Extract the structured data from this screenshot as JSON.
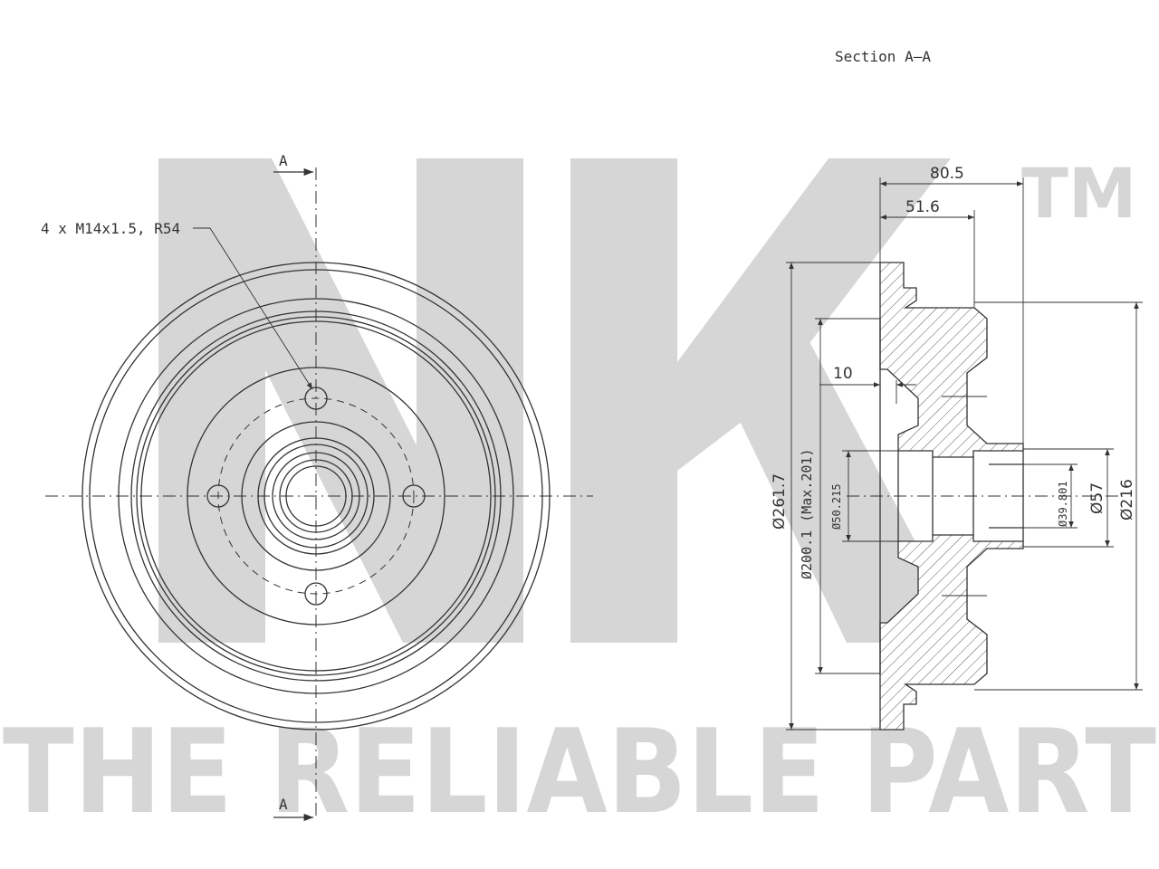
{
  "watermark": {
    "logo_text": "NK",
    "trademark": "TM",
    "slogan": "THE RELIABLE PART"
  },
  "section_title": "Section  A–A",
  "front_view": {
    "section_marker_top": "A",
    "section_marker_bottom": "A",
    "bolt_callout": "4 x M14x1.5, R54"
  },
  "dimensions": {
    "total_depth": "80.5",
    "hub_depth": "51.6",
    "flange_thickness": "10",
    "outer_diameter": "Ø261.7",
    "drum_inner_diameter": "Ø200.1 (Max.201)",
    "bearing_seat_outer": "Ø50.215",
    "bearing_seat_inner": "Ø39.801",
    "center_bore": "Ø57",
    "flange_diameter": "Ø216"
  }
}
